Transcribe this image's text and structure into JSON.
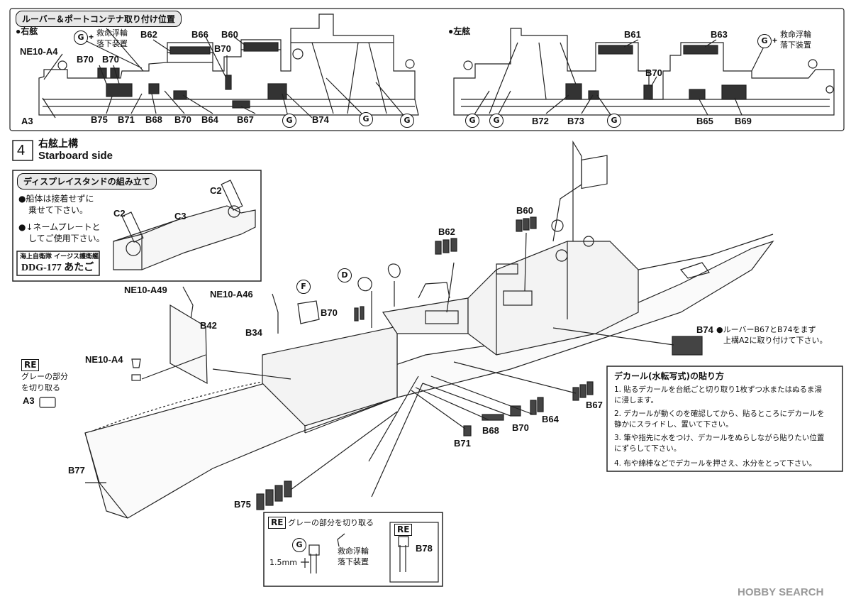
{
  "top_panel": {
    "title": "ルーバー＆ポートコンテナ取り付け位置",
    "starboard": {
      "side_label": "●右舷",
      "rescue_label_1": "救命浮輪",
      "rescue_label_2": "落下装置",
      "g_mark": "G",
      "plus": "+",
      "parts": [
        "NE10-A4",
        "A3",
        "B70",
        "B70",
        "B75",
        "B71",
        "B68",
        "B70",
        "B64",
        "B62",
        "B66",
        "B70",
        "B60",
        "B67",
        "B74"
      ]
    },
    "port": {
      "side_label": "●左舷",
      "rescue_label_1": "救命浮輪",
      "rescue_label_2": "落下装置",
      "parts": [
        "B61",
        "B63",
        "B70",
        "B72",
        "B73",
        "B65",
        "B69"
      ]
    }
  },
  "step": {
    "number": "4",
    "title_jp": "右舷上構",
    "title_en": "Starboard side"
  },
  "display_stand": {
    "title": "ディスプレイスタンドの組み立て",
    "note_1a": "●船体は接着せずに",
    "note_1b": "乗せて下さい。",
    "note_2a": "●↓ネームプレートと",
    "note_2b": "してご使用下さい。",
    "plate_line1": "海上自衛隊 イージス護衛艦",
    "plate_line2": "DDG-177 あたご",
    "parts": [
      "C2",
      "C2",
      "C3"
    ]
  },
  "main_parts": {
    "ne10_a49": "NE10-A49",
    "ne10_a46": "NE10-A46",
    "b42": "B42",
    "b34": "B34",
    "f": "F",
    "d": "D",
    "b70a": "B70",
    "b62": "B62",
    "b60": "B60",
    "b74": "B74",
    "b67": "B67",
    "b64": "B64",
    "b70b": "B70",
    "b68": "B68",
    "b71": "B71",
    "b75": "B75",
    "b77": "B77",
    "ne10_a4": "NE10-A4",
    "a3": "A3"
  },
  "b74_note_1": "●ルーバーB67とB74をまず",
  "b74_note_2": "上構A2に取り付けて下さい。",
  "re_cut": {
    "re": "RE",
    "line1": "グレーの部分",
    "line2": "を切り取る"
  },
  "decal": {
    "title": "デカール(水転写式)の貼り方",
    "steps": [
      "1. 貼るデカールを台紙ごと切り取り1枚ずつ水またはぬるま湯",
      "   に浸します。",
      "2. デカールが動くのを確認してから、貼るところにデカールを",
      "   静かにスライドし、置いて下さい。",
      "3. 筆や指先に水をつけ、デカールをぬらしながら貼りたい位置",
      "   にずらして下さい。",
      "4. 布や綿棒などでデカールを押さえ、水分をとって下さい。"
    ]
  },
  "bottom_box": {
    "re": "RE",
    "cut_text": "グレーの部分を切り取る",
    "g": "G",
    "rescue_1": "救命浮輪",
    "rescue_2": "落下装置",
    "dim": "1.5mm",
    "re2": "RE",
    "b78": "B78"
  },
  "watermark": "HOBBY SEARCH"
}
